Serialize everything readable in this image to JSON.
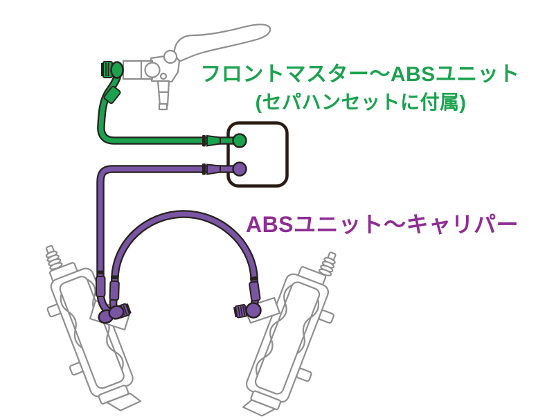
{
  "labels": {
    "green_line1": "フロントマスター〜ABSユニット",
    "green_line2": "(セパハンセットに付属)",
    "purple_line": "ABSユニット〜キャリパー"
  },
  "colors": {
    "green_hose": "#1ba24e",
    "green_text": "#1ba24e",
    "purple_hose": "#7a55a4",
    "purple_text": "#8e2d93",
    "hose_outline": "#27211f",
    "abs_box_stroke": "#2a1c14",
    "lineart_gray": "#8e8e8e",
    "background": "#ffffff"
  },
  "components": {
    "master_cylinder": "front-brake-master-cylinder",
    "abs_unit": "abs-unit",
    "left_caliper": "brake-caliper-left",
    "right_caliper": "brake-caliper-right",
    "green_hose": "front-master-to-abs-hose",
    "purple_hose_vertical": "abs-to-caliper-hose",
    "purple_hose_arch": "caliper-to-caliper-hose"
  }
}
